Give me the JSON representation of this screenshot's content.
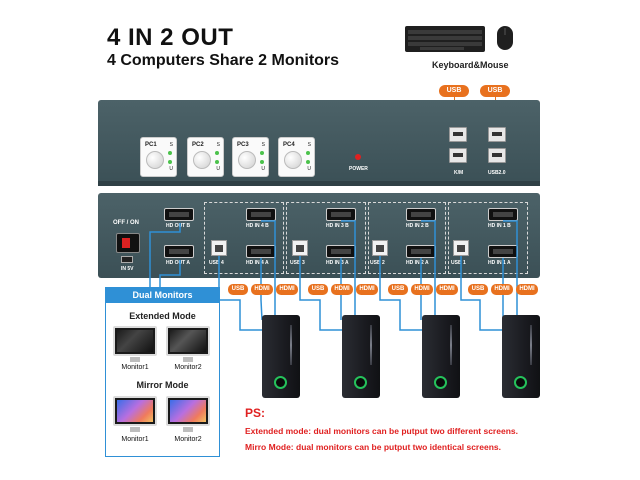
{
  "heading": {
    "title": "4 IN 2 OUT",
    "subtitle": "4 Computers Share 2 Monitors"
  },
  "peripherals": {
    "label": "Keyboard&Mouse",
    "usb_tags": [
      "USB",
      "USB"
    ]
  },
  "front_panel": {
    "pc_buttons": [
      {
        "label": "PC1",
        "s": "S",
        "u": "U"
      },
      {
        "label": "PC2",
        "s": "S",
        "u": "U"
      },
      {
        "label": "PC3",
        "s": "S",
        "u": "U"
      },
      {
        "label": "PC4",
        "s": "S",
        "u": "U"
      }
    ],
    "power_label": "POWER",
    "km_label": "K/M",
    "usb2_label": "USB2.0"
  },
  "back_panel": {
    "switch_label": "OFF / ON",
    "dc_label": "IN 5V",
    "out_b": "HD OUT B",
    "out_a": "HD OUT A",
    "inputs": [
      {
        "in_b": "HD IN 4 B",
        "usb": "USB 4",
        "in_a": "HD IN 4 A"
      },
      {
        "in_b": "HD IN 3 B",
        "usb": "USB 3",
        "in_a": "HD IN 3 A"
      },
      {
        "in_b": "HD IN 2 B",
        "usb": "USB 2",
        "in_a": "HD IN 2 A"
      },
      {
        "in_b": "HD IN 1 B",
        "usb": "USB 1",
        "in_a": "HD IN 1 A"
      }
    ]
  },
  "cable_tags": [
    "USB",
    "HDMI",
    "HDMI"
  ],
  "dual": {
    "header": "Dual Monitors",
    "extended_title": "Extended Mode",
    "mirror_title": "Mirror Mode",
    "monitor1": "Monitor1",
    "monitor2": "Monitor2"
  },
  "notes": {
    "ps": "PS:",
    "extended": "Extended mode: dual monitors can be putput two different screens.",
    "mirror": "Mirro Mode:  dual monitors can be putput two identical screens."
  },
  "colors": {
    "accent_orange": "#e8711e",
    "accent_blue": "#2f90d6",
    "device_body": "#455a60",
    "note_red": "#e02020"
  }
}
